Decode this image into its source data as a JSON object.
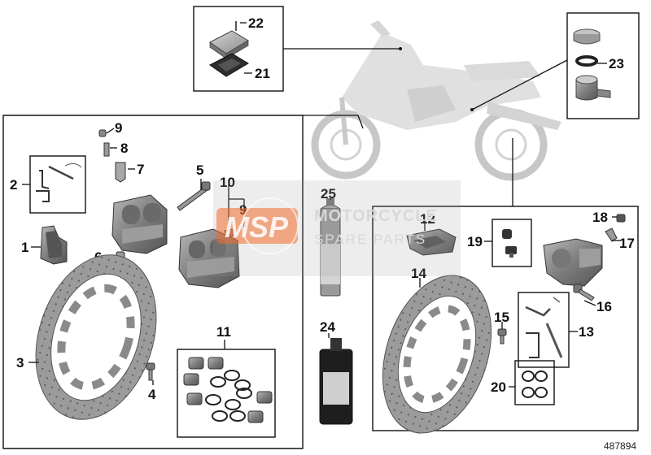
{
  "diagram": {
    "doc_id": "487894",
    "watermark": {
      "logo": "MSP",
      "line1": "MOTORCYCLE",
      "line2": "SPARE PARTS"
    },
    "labels": {
      "l1": "1",
      "l2": "2",
      "l3": "3",
      "l4": "4",
      "l5": "5",
      "l6": "6",
      "l7": "7",
      "l8": "8",
      "l9a": "9",
      "l9b": "9",
      "l10": "10",
      "l11": "11",
      "l12": "12",
      "l13": "13",
      "l14": "14",
      "l15": "15",
      "l16": "16",
      "l17": "17",
      "l18": "18",
      "l19": "19",
      "l20": "20",
      "l21": "21",
      "l22": "22",
      "l23": "23",
      "l24": "24",
      "l25": "25"
    },
    "colors": {
      "part_gray": "#8c8c8c",
      "part_dark": "#3a3a3a",
      "watermark_orange": "#f26b2b",
      "watermark_gray": "#d8d8d8"
    }
  }
}
